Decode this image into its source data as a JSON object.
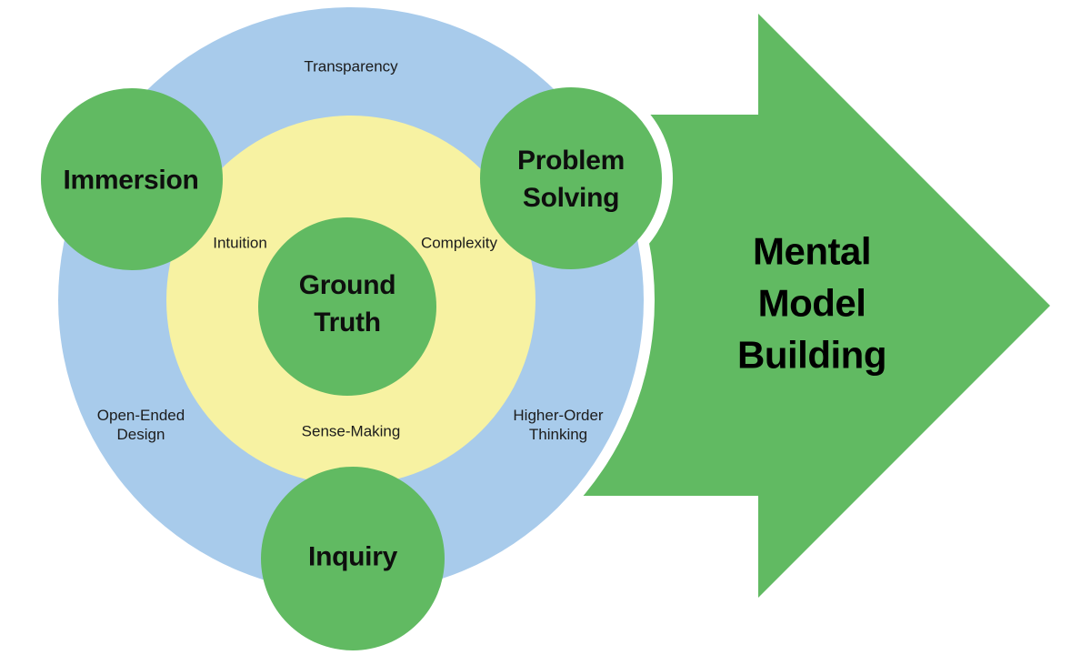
{
  "colors": {
    "green": "#61BA62",
    "blue": "#A8CBEB",
    "yellow": "#F7F2A2",
    "white": "#FFFFFF",
    "text": "#1C1C1C"
  },
  "rings": {
    "outer_label": "Transparency",
    "middle_left_label": "Intuition",
    "middle_right_label": "Complexity",
    "middle_bottom_label": "Sense-Making",
    "outer_bottom_left": {
      "lines": [
        "Open-Ended",
        "Design"
      ]
    },
    "outer_bottom_right": {
      "lines": [
        "Higher-Order",
        "Thinking"
      ]
    }
  },
  "circles": {
    "center": {
      "lines": [
        "Ground",
        "Truth"
      ]
    },
    "immersion": {
      "label": "Immersion"
    },
    "problem_solving": {
      "lines": [
        "Problem",
        "Solving"
      ]
    },
    "inquiry": {
      "label": "Inquiry"
    }
  },
  "arrow": {
    "lines": [
      "Mental",
      "Model",
      "Building"
    ]
  }
}
